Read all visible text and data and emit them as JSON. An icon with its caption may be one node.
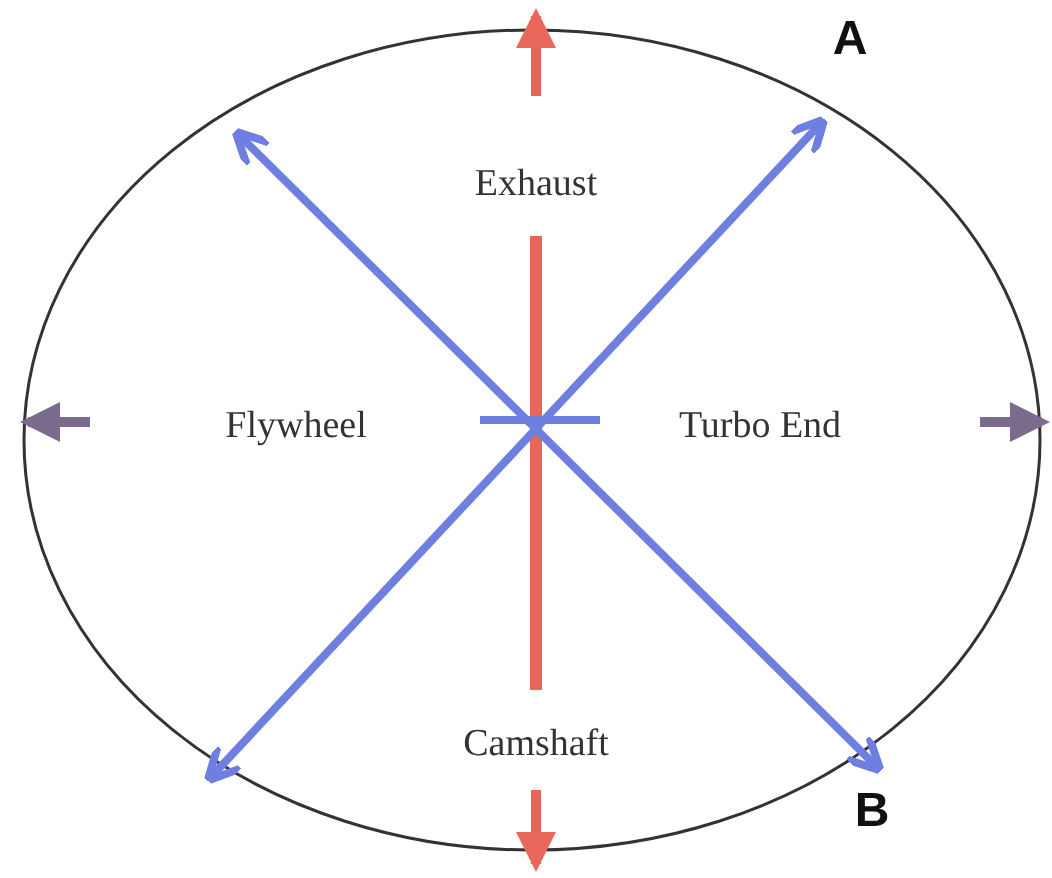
{
  "diagram": {
    "labels": [
      "A",
      "Exhaust",
      "Flywheel",
      "Turbo End",
      "Camshaft",
      "B"
    ]
  }
}
